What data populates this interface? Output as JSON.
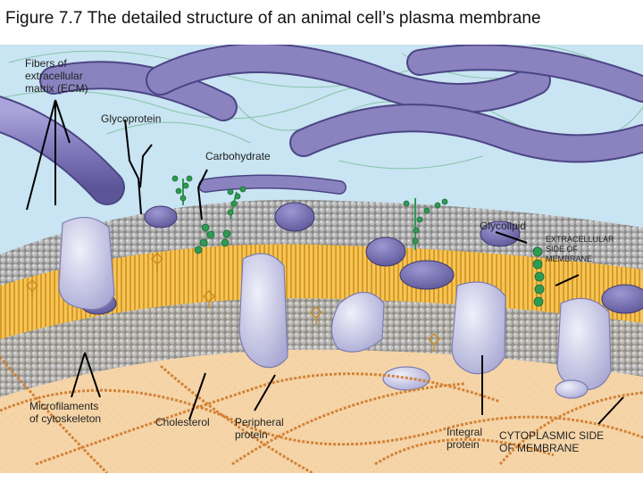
{
  "title": "Figure 7.7 The detailed structure of an animal cell’s plasma membrane",
  "labels": {
    "ecm": "Fibers of\nextracellular\nmatrix (ECM)",
    "glycoprotein": "Glycoprotein",
    "carbohydrate": "Carbohydrate",
    "glycolipid": "Glycolipid",
    "extracellular_side": "EXTRACELLULAR\nSIDE OF\nMEMBRANE",
    "microfilaments": "Microfilaments\nof cytoskeleton",
    "cholesterol": "Cholesterol",
    "peripheral_protein": "Peripheral\nprotein",
    "integral_protein": "Integral\nprotein",
    "cytoplasmic_side": "CYTOPLASMIC SIDE\nOF MEMBRANE"
  },
  "colors": {
    "extracellular_bg": "#c9e4f2",
    "cytoplasm_bg": "#f5d5a8",
    "phosphate_heads": "#9a9a9a",
    "lipid_tails": "#f2b73e",
    "ecm_fibers": "#8a83bf",
    "proteins": "#c4c4e6",
    "carbohydrate_chains": "#2f9a52",
    "microfilaments": "#d07a2a",
    "callout_lines": "#000000"
  }
}
